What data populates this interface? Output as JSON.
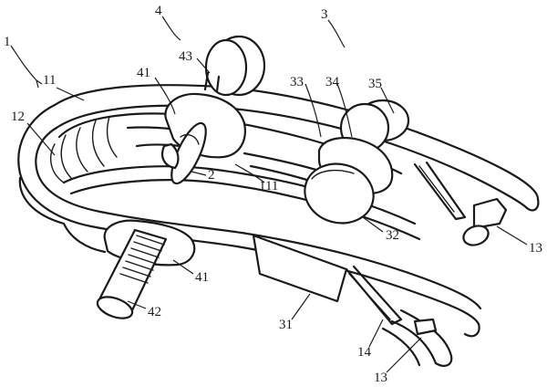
{
  "figure": {
    "reference_labels": {
      "r1": "1",
      "r11": "11",
      "r12": "12",
      "r41_top": "41",
      "r4": "4",
      "r43": "43",
      "r3": "3",
      "r33": "33",
      "r34": "34",
      "r35": "35",
      "r2": "2",
      "r111": "111",
      "r32": "32",
      "r13_right": "13",
      "r41_bottom": "41",
      "r42": "42",
      "r31": "31",
      "r14": "14",
      "r13_bottom": "13"
    },
    "colors": {
      "line": "#1a1a1a",
      "background": "#ffffff"
    }
  }
}
